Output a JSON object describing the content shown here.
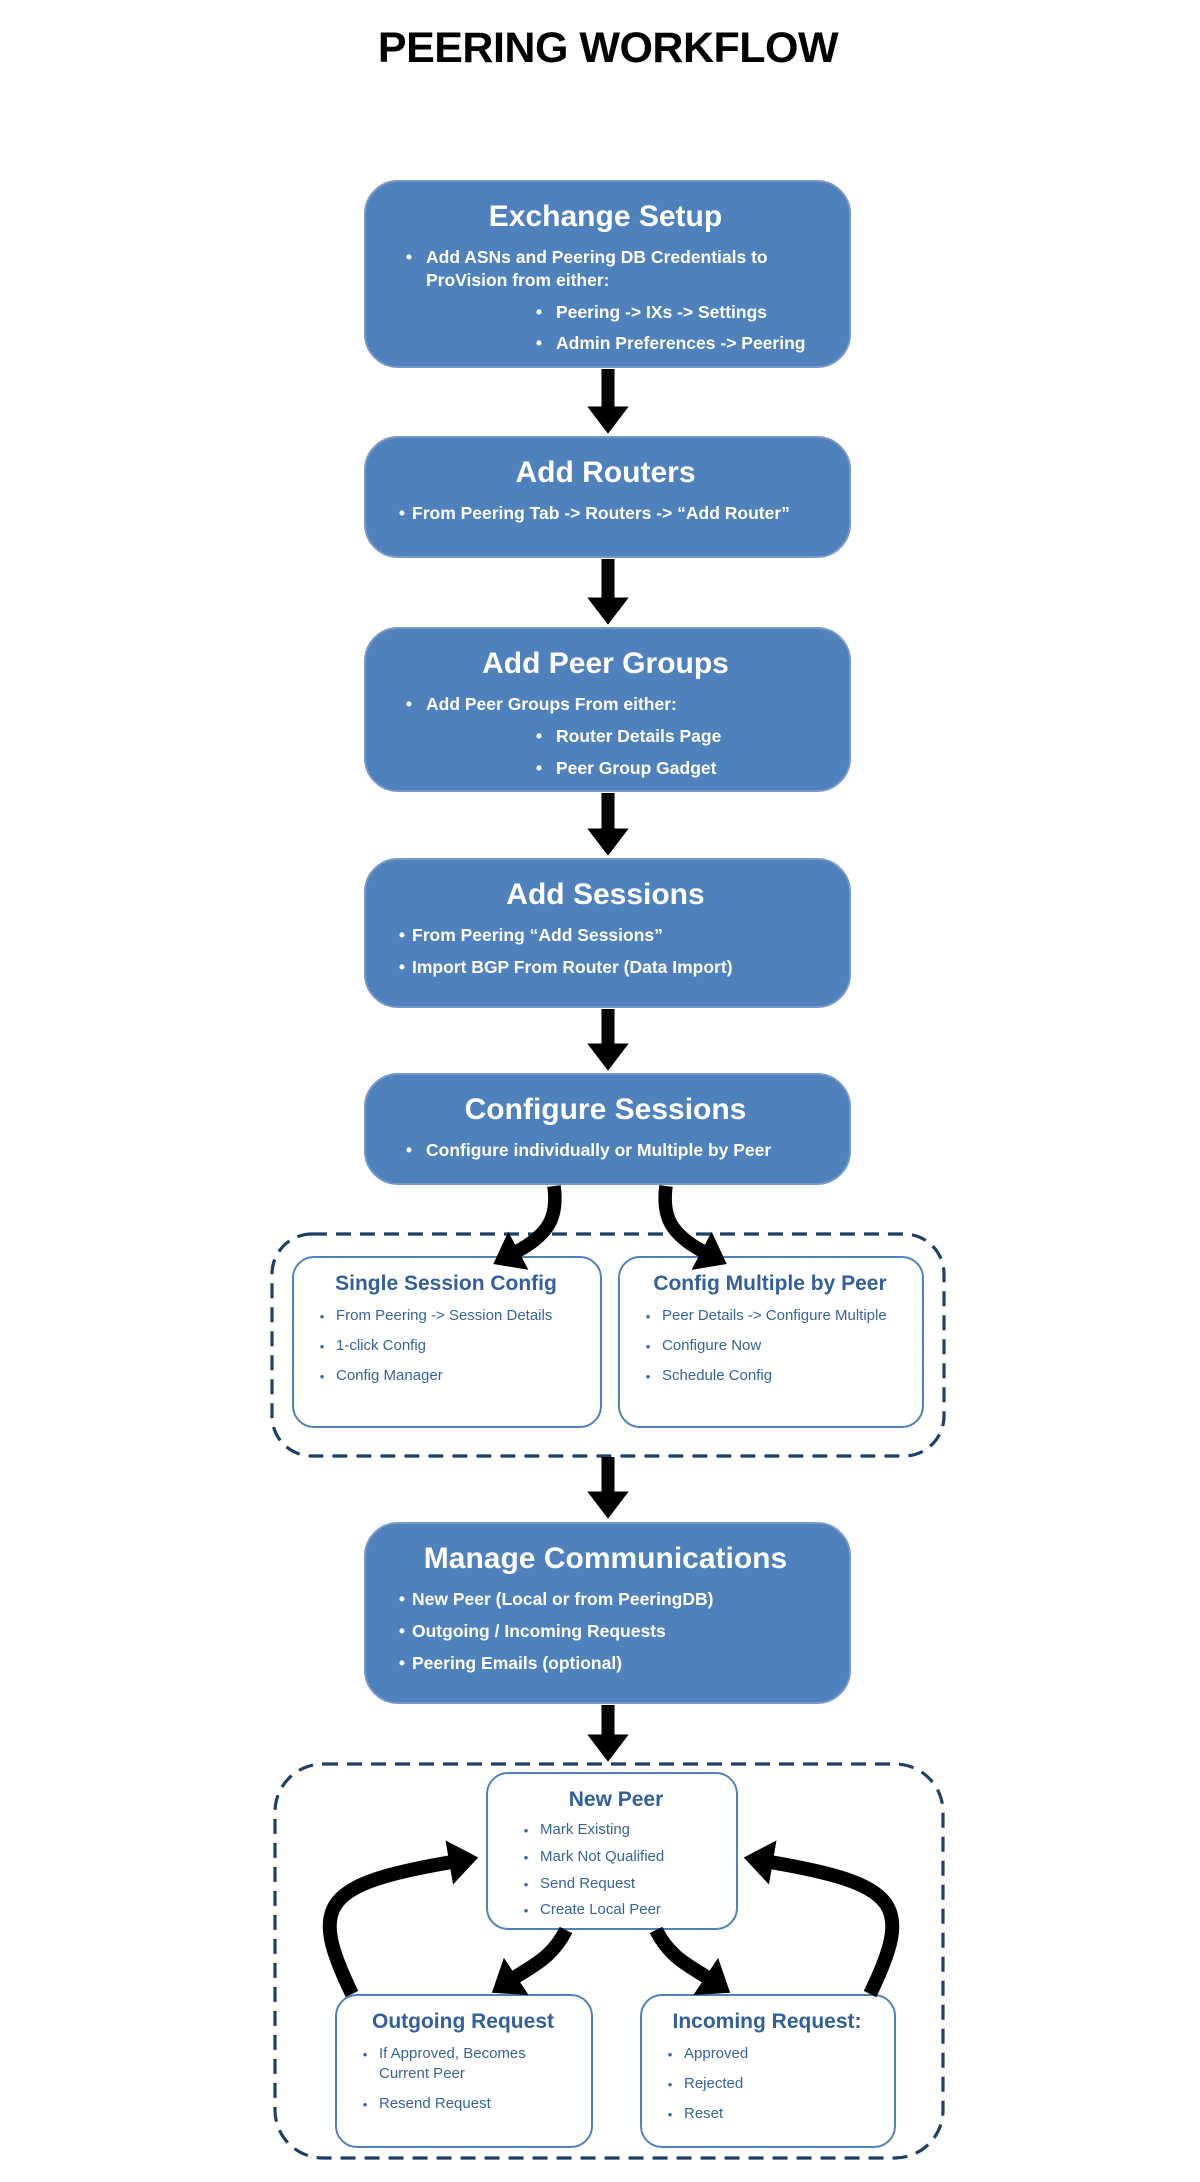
{
  "page_title": "PEERING WORKFLOW",
  "colors": {
    "box_fill": "#4f81bd",
    "box_border": "#7598c7",
    "white_box_border": "#4f81bd",
    "dark_blue_text": "#31609c",
    "dashed_border": "#1e3f66",
    "arrow": "#000000",
    "title_text": "#000000"
  },
  "flow": {
    "exchange_setup": {
      "title": "Exchange Setup",
      "b1": "Add ASNs and Peering DB Credentials to ProVision from either:",
      "b2": "Peering -> IXs -> Settings",
      "b3": "Admin Preferences -> Peering"
    },
    "add_routers": {
      "title": "Add Routers",
      "b1": "From Peering Tab -> Routers -> “Add Router”"
    },
    "add_peer_groups": {
      "title": "Add Peer Groups",
      "b1": "Add Peer Groups From either:",
      "b2": "Router Details Page",
      "b3": "Peer Group Gadget"
    },
    "add_sessions": {
      "title": "Add Sessions",
      "b1": "From  Peering “Add Sessions”",
      "b2": "Import BGP From Router (Data Import)"
    },
    "configure_sessions": {
      "title": "Configure Sessions",
      "b1": "Configure individually or Multiple by Peer"
    },
    "manage_communications": {
      "title": "Manage Communications",
      "b1": "New Peer (Local or from PeeringDB)",
      "b2": "Outgoing / Incoming Requests",
      "b3": "Peering Emails (optional)"
    }
  },
  "config_group": {
    "single_session": {
      "title": "Single Session Config",
      "b1": "From Peering -> Session Details",
      "b2": "1-click Config",
      "b3": "Config Manager"
    },
    "config_multiple": {
      "title": "Config Multiple by Peer",
      "b1": "Peer Details -> Configure Multiple",
      "b2": "Configure Now",
      "b3": "Schedule Config"
    }
  },
  "peer_cycle": {
    "new_peer": {
      "title": "New Peer",
      "b1": "Mark Existing",
      "b2": "Mark Not Qualified",
      "b3": "Send Request",
      "b4": "Create Local Peer"
    },
    "outgoing_request": {
      "title": "Outgoing Request",
      "b1": "If Approved, Becomes Current Peer",
      "b2": "Resend Request"
    },
    "incoming_request": {
      "title": "Incoming Request:",
      "b1": "Approved",
      "b2": "Rejected",
      "b3": "Reset"
    }
  }
}
